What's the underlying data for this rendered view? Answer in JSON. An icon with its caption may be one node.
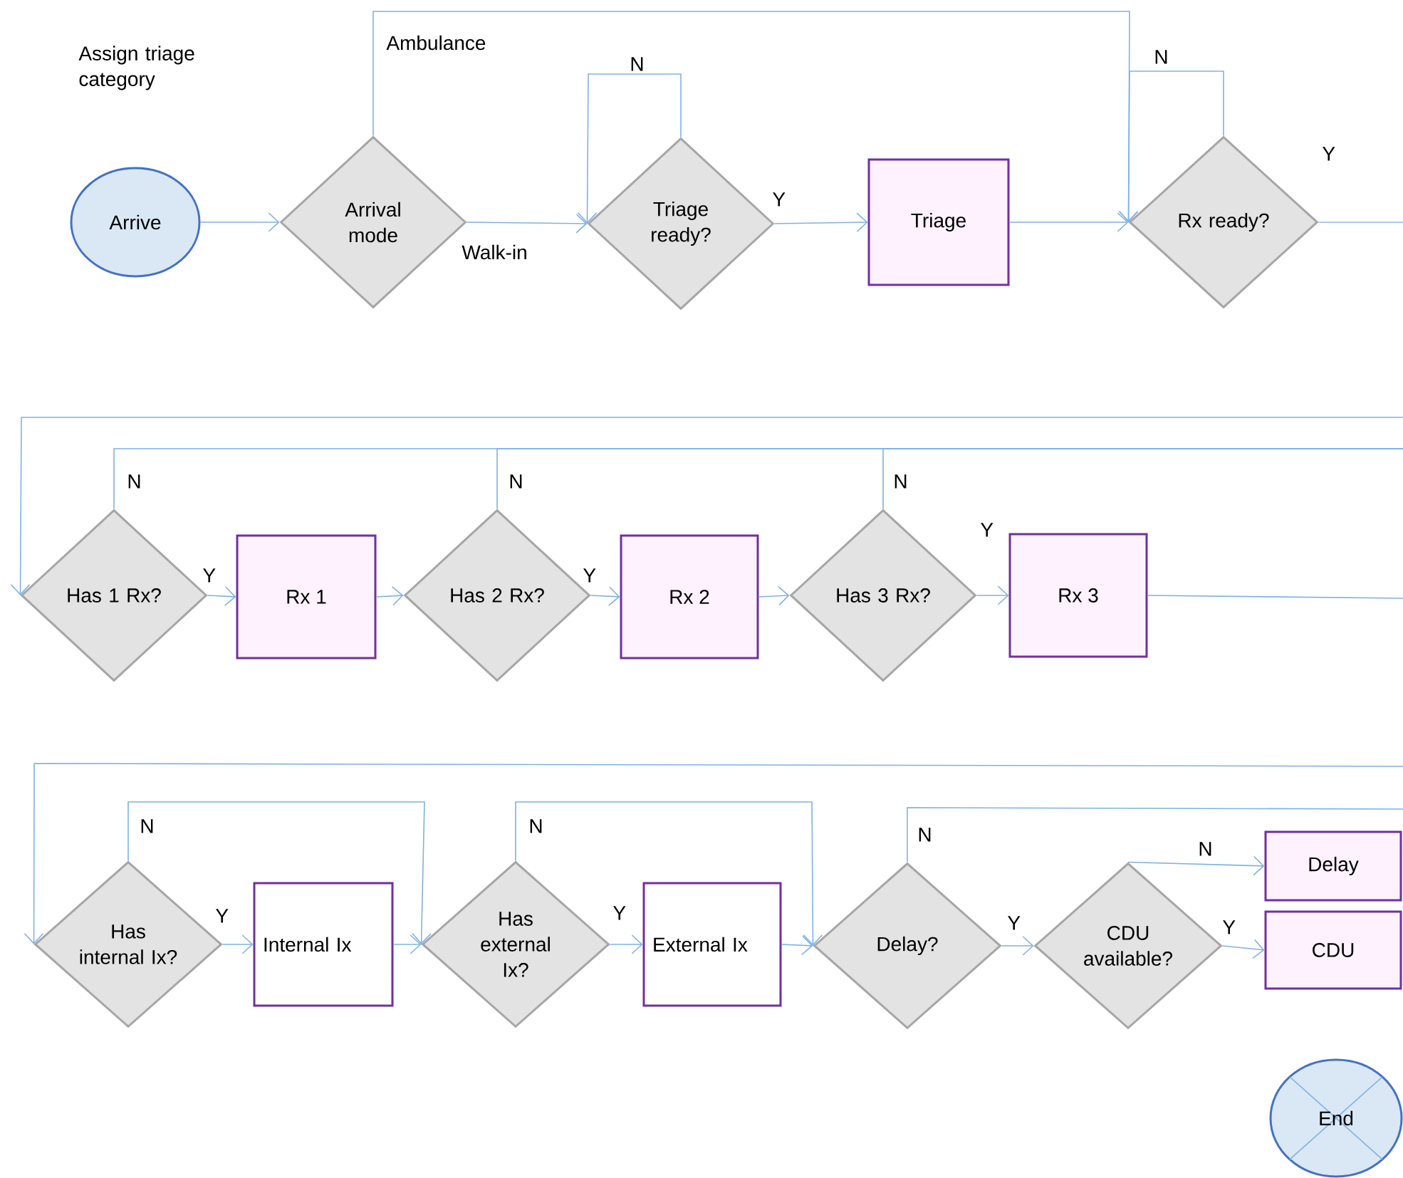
{
  "diagram": {
    "nodes": [
      {
        "text": [
          "Arrive"
        ],
        "beside": [
          "Assign triage category"
        ]
      },
      {
        "text": [
          "Arrival mode"
        ]
      },
      {
        "text": [
          "Triage ready?"
        ]
      },
      {
        "text": [
          "Triage"
        ]
      },
      {
        "text": [
          "Rx ready?"
        ]
      },
      {
        "text": [
          "Has 1 Rx?"
        ]
      },
      {
        "text": [
          "Rx 1"
        ]
      },
      {
        "text": [
          "Has 2 Rx?"
        ]
      },
      {
        "text": [
          "Rx 2"
        ]
      },
      {
        "text": [
          "Has 3 Rx?"
        ]
      },
      {
        "text": [
          "Rx 3"
        ]
      },
      {
        "text": [
          "Has internal Ix?"
        ]
      },
      {
        "text": [
          "Internal Ix"
        ]
      },
      {
        "text": [
          "Has external Ix?"
        ]
      },
      {
        "text": [
          "External Ix"
        ]
      },
      {
        "text": [
          "Delay?"
        ]
      },
      {
        "text": [
          "CDU available?"
        ]
      },
      {
        "text": [
          "Delay"
        ]
      },
      {
        "text": [
          "CDU"
        ]
      },
      {
        "text": [
          "End"
        ]
      }
    ],
    "edges": [
      {
        "from": 0,
        "to": 1,
        "arrow": "to"
      },
      {
        "from": 1,
        "to": 4,
        "arrow": "to",
        "label": "Ambulance"
      },
      {
        "from": 1,
        "to": 2,
        "arrow": "to",
        "label": "Walk-in"
      },
      {
        "from": 2,
        "to": 2,
        "arrow": "to",
        "label": "N"
      },
      {
        "from": 2,
        "to": 3,
        "arrow": "to",
        "label": "Y"
      },
      {
        "from": 3,
        "to": 4,
        "arrow": "to"
      },
      {
        "from": 4,
        "to": 4,
        "arrow": "to",
        "label": "N"
      },
      {
        "from": 4,
        "to": null,
        "arrow": "none",
        "label": "Y"
      },
      {
        "from": null,
        "to": 5,
        "arrow": "to"
      },
      {
        "from": 5,
        "to": null,
        "arrow": "none",
        "label": "N"
      },
      {
        "from": 5,
        "to": 6,
        "arrow": "to",
        "label": "Y"
      },
      {
        "from": 6,
        "to": 7,
        "arrow": "to"
      },
      {
        "from": 7,
        "to": null,
        "arrow": "none",
        "label": "N"
      },
      {
        "from": 7,
        "to": 8,
        "arrow": "to",
        "label": "Y"
      },
      {
        "from": 8,
        "to": 9,
        "arrow": "to"
      },
      {
        "from": 9,
        "to": null,
        "arrow": "none",
        "label": "N"
      },
      {
        "from": 9,
        "to": 10,
        "arrow": "to",
        "label": "Y"
      },
      {
        "from": 10,
        "to": null,
        "arrow": "none"
      },
      {
        "from": null,
        "to": 11,
        "arrow": "to"
      },
      {
        "from": 11,
        "to": 13,
        "arrow": "to",
        "label": "N"
      },
      {
        "from": 11,
        "to": 12,
        "arrow": "to",
        "label": "Y"
      },
      {
        "from": 12,
        "to": 13,
        "arrow": "to"
      },
      {
        "from": 13,
        "to": 15,
        "arrow": "to",
        "label": "N"
      },
      {
        "from": 13,
        "to": 14,
        "arrow": "to",
        "label": "Y"
      },
      {
        "from": 14,
        "to": 15,
        "arrow": "to"
      },
      {
        "from": 15,
        "to": null,
        "arrow": "none",
        "label": "N"
      },
      {
        "from": 15,
        "to": 16,
        "arrow": "to",
        "label": "Y"
      },
      {
        "from": 16,
        "to": 17,
        "arrow": "to",
        "label": "N"
      },
      {
        "from": 16,
        "to": 18,
        "arrow": "to",
        "label": "Y"
      }
    ]
  }
}
